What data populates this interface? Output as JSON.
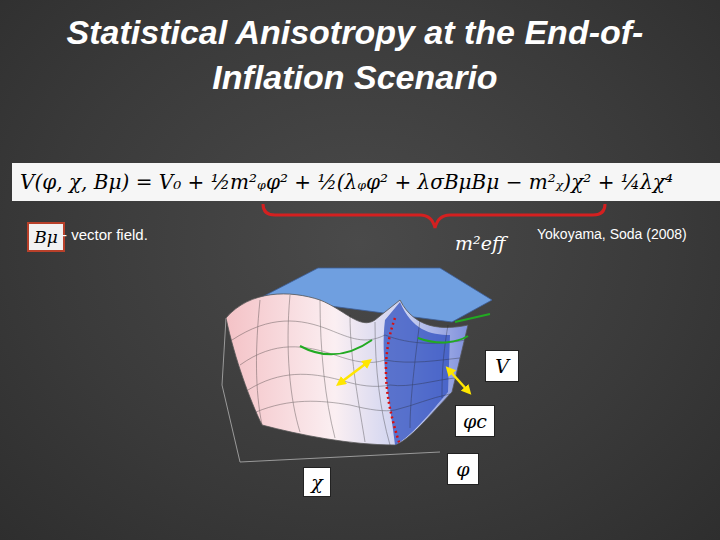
{
  "diagram": {
    "title": "Statistical Anisotropy at the End-of-Inflation Scenario",
    "nodes": [
      {
        "text": [
          "V(φ, χ, Bμ) = V₀ + ½m²ᵩφ² + ½(λᵩφ² + λσBμBμ − m²ᵪ)χ² + ¼λχ⁴"
        ]
      },
      {
        "text": [
          "Bμ"
        ]
      },
      {
        "text": [
          "V"
        ]
      },
      {
        "text": [
          "φc"
        ]
      },
      {
        "text": [
          "φ"
        ]
      },
      {
        "text": [
          "χ"
        ]
      }
    ],
    "labels": [
      "- vector field.",
      "m²eff",
      "Yokoyama, Soda (2008)"
    ]
  }
}
